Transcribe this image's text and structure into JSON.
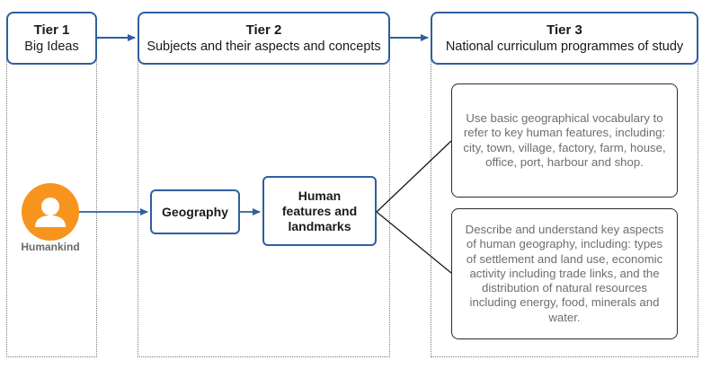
{
  "tiers": [
    {
      "title": "Tier 1",
      "subtitle": "Big Ideas"
    },
    {
      "title": "Tier 2",
      "subtitle": "Subjects and their aspects and concepts"
    },
    {
      "title": "Tier 3",
      "subtitle": "National curriculum programmes of study"
    }
  ],
  "big_idea": {
    "label": "Humankind",
    "icon": "person-icon",
    "icon_color": "#f7941d"
  },
  "subject": {
    "label": "Geography"
  },
  "aspect": {
    "label": "Human features and landmarks"
  },
  "curriculum": [
    {
      "text": "Use basic geographical vocabulary to refer to key human features, including: city, town, village, factory, farm, house, office, port, harbour and shop."
    },
    {
      "text": "Describe and understand key aspects of human geography, including: types of settlement and land use, economic activity including trade links, and the distribution of natural resources including energy, food, minerals and water."
    }
  ],
  "colors": {
    "arrow": "#2f5f9e",
    "box_border": "#2f5f9e",
    "dotted": "#7a7a7a",
    "connector": "#1a1a1a",
    "curriculum_text": "#6e6e6e"
  }
}
